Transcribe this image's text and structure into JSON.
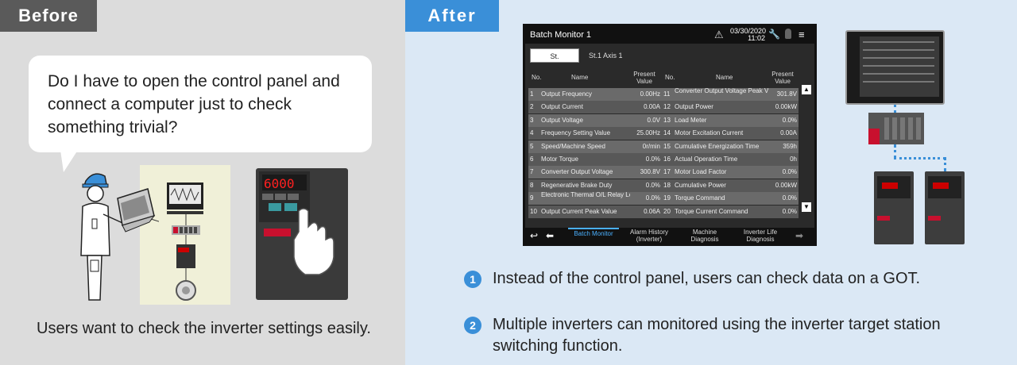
{
  "before": {
    "tag": "Before",
    "bubble_text": "Do I have to open the control panel and connect a computer just to check something trivial?",
    "caption": "Users want to check the inverter settings easily.",
    "inverter_display": "6000"
  },
  "after": {
    "tag": "After",
    "got": {
      "title": "Batch Monitor 1",
      "date": "03/30/2020",
      "time": "11:02",
      "station_button": "St.",
      "station_info": "St.1  Axis 1",
      "headers": {
        "no": "No.",
        "name": "Name",
        "value": "Present Value"
      },
      "left_rows": [
        {
          "no": "1",
          "name": "Output Frequency",
          "value": "0.00Hz"
        },
        {
          "no": "2",
          "name": "Output Current",
          "value": "0.00A"
        },
        {
          "no": "3",
          "name": "Output Voltage",
          "value": "0.0V"
        },
        {
          "no": "4",
          "name": "Frequency Setting Value",
          "value": "25.00Hz"
        },
        {
          "no": "5",
          "name": "Speed/Machine Speed",
          "value": "0r/min"
        },
        {
          "no": "6",
          "name": "Motor Torque",
          "value": "0.0%"
        },
        {
          "no": "7",
          "name": "Converter Output Voltage",
          "value": "300.8V"
        },
        {
          "no": "8",
          "name": "Regenerative Brake Duty",
          "value": "0.0%"
        },
        {
          "no": "9",
          "name": "Electronic Thermal O/L Relay Load Factor",
          "value": "0.0%"
        },
        {
          "no": "10",
          "name": "Output Current Peak Value",
          "value": "0.06A"
        }
      ],
      "right_rows": [
        {
          "no": "11",
          "name": "Converter Output Voltage Peak Value",
          "value": "301.8V"
        },
        {
          "no": "12",
          "name": "Output Power",
          "value": "0.00kW"
        },
        {
          "no": "13",
          "name": "Load Meter",
          "value": "0.0%"
        },
        {
          "no": "14",
          "name": "Motor Excitation Current",
          "value": "0.00A"
        },
        {
          "no": "15",
          "name": "Cumulative Energization Time",
          "value": "359h"
        },
        {
          "no": "16",
          "name": "Actual Operation Time",
          "value": "0h"
        },
        {
          "no": "17",
          "name": "Motor Load Factor",
          "value": "0.0%"
        },
        {
          "no": "18",
          "name": "Cumulative Power",
          "value": "0.00kW"
        },
        {
          "no": "19",
          "name": "Torque Command",
          "value": "0.0%"
        },
        {
          "no": "20",
          "name": "Torque Current Command",
          "value": "0.0%"
        }
      ],
      "footer_tabs": [
        "Batch Monitor",
        "Alarm History (Inverter)",
        "Machine Diagnosis",
        "Inverter Life Diagnosis"
      ]
    },
    "points": [
      {
        "num": "1",
        "text": "Instead of the control panel, users can check data on a GOT."
      },
      {
        "num": "2",
        "text": "Multiple inverters can monitored using the inverter target station switching function."
      }
    ]
  },
  "colors": {
    "before_bg": "#dcdcdc",
    "before_tag": "#5a5a5a",
    "after_bg": "#dbe8f5",
    "accent": "#3a8fd8"
  }
}
